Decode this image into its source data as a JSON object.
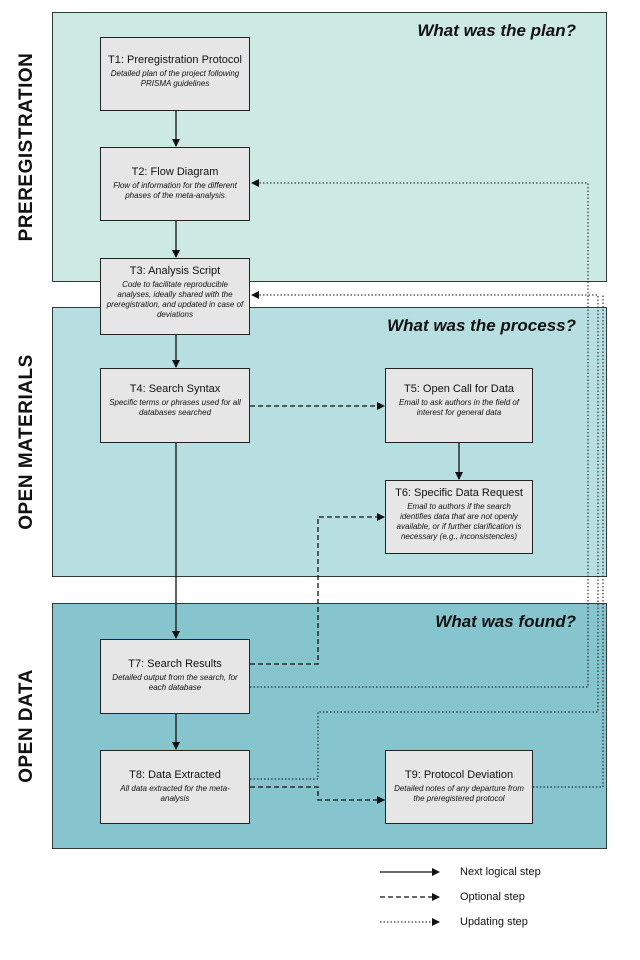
{
  "sections": {
    "preregistration": {
      "side_label": "PREREGISTRATION",
      "heading": "What was the plan?"
    },
    "open_materials": {
      "side_label": "OPEN MATERIALS",
      "heading": "What was the process?"
    },
    "open_data": {
      "side_label": "OPEN DATA",
      "heading": "What was found?"
    }
  },
  "nodes": {
    "t1": {
      "title": "T1: Preregistration Protocol",
      "desc": "Detailed plan of the project following PRISMA guidelines"
    },
    "t2": {
      "title": "T2: Flow Diagram",
      "desc": "Flow of information for the different phases of the meta-analysis"
    },
    "t3": {
      "title": "T3: Analysis Script",
      "desc": "Code to facilitate reproducible analyses, ideally shared with the preregistration, and updated in case of deviations"
    },
    "t4": {
      "title": "T4: Search Syntax",
      "desc": "Specific terms or phrases used for all databases searched"
    },
    "t5": {
      "title": "T5: Open Call for Data",
      "desc": "Email to ask authors in the field of interest for general data"
    },
    "t6": {
      "title": "T6: Specific Data Request",
      "desc": "Email to authors if the search identifies data that are not openly available, or if further clarification is necessary (e.g., inconsistencies)"
    },
    "t7": {
      "title": "T7: Search Results",
      "desc": "Detailed output from the search, for each database"
    },
    "t8": {
      "title": "T8: Data Extracted",
      "desc": "All data extracted for the meta-analysis"
    },
    "t9": {
      "title": "T9: Protocol Deviation",
      "desc": "Detailed notes of any departure from the preregistered protocol"
    }
  },
  "legend": {
    "next": "Next logical step",
    "optional": "Optional step",
    "updating": "Updating step"
  }
}
